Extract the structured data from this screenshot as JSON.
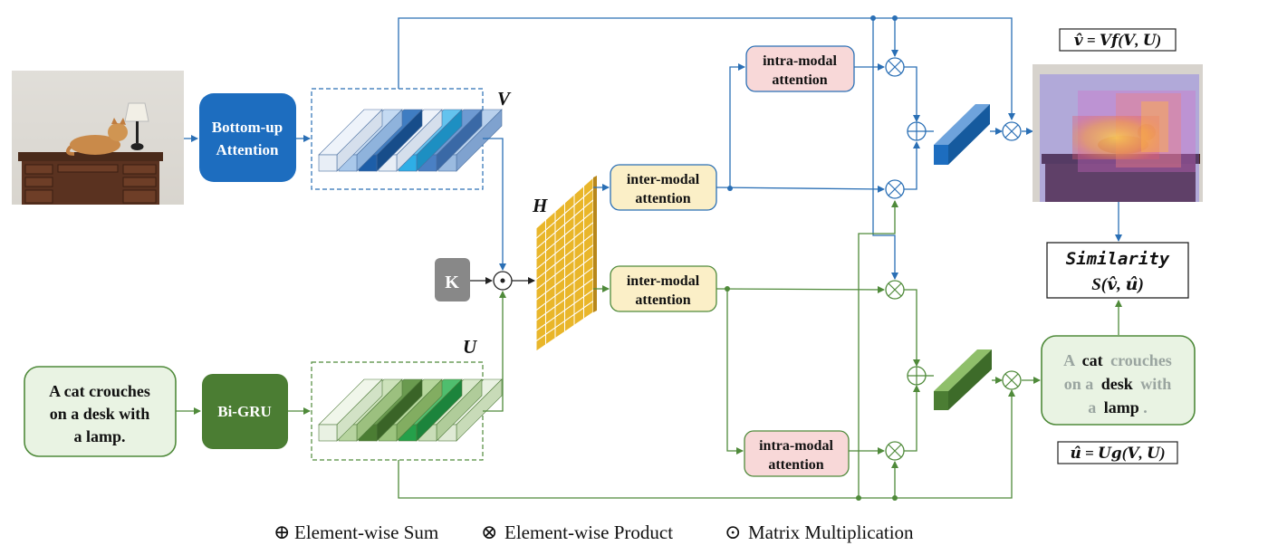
{
  "colors": {
    "blue": "#2a6fb5",
    "blue_fill": "#1d6dbf",
    "green": "#4f8a3a",
    "green_fill": "#4b7d33",
    "green_text_grey": "#9aa5a0",
    "input_bg": "#e9f3e3",
    "inter_bg": "#fbefc7",
    "intra_bg": "#f8d8d8",
    "grid_fill": "#e9b62a",
    "gray_box": "#888888"
  },
  "blocks": {
    "bottom_up": {
      "line1": "Bottom-up",
      "line2": "Attention"
    },
    "bigru": {
      "label": "Bi-GRU"
    },
    "k": {
      "label": "K"
    },
    "input_text": {
      "line1": "A cat crouches",
      "line2": "on a desk with",
      "line3": "a lamp."
    },
    "inter_top": {
      "line1": "inter-modal",
      "line2": "attention"
    },
    "inter_bottom": {
      "line1": "inter-modal",
      "line2": "attention"
    },
    "intra_top": {
      "line1": "intra-modal",
      "line2": "attention"
    },
    "intra_bottom": {
      "line1": "intra-modal",
      "line2": "attention"
    },
    "similarity": {
      "line1": "Similarity",
      "line2": "S(𝒗̂, 𝒖̂)"
    }
  },
  "labels": {
    "V": "V",
    "U": "U",
    "H": "H",
    "v_formula": "𝒗̂ = 𝑽𝒇(𝑽, 𝑼)",
    "u_formula": "𝒖̂ = 𝑼𝒈(𝑽, 𝑼)"
  },
  "output_text": {
    "w1": "A",
    "w2": "cat",
    "w3": "crouches",
    "w4": "on a",
    "w5": "desk",
    "w6": "with",
    "w7": "a",
    "w8": "lamp",
    "w9": "."
  },
  "legend": {
    "sum_symbol": "⊕",
    "sum": "Element-wise Sum",
    "product_symbol": "⊗",
    "product": "Element-wise Product",
    "matmul_symbol": "⊙",
    "matmul": "Matrix Multiplication"
  },
  "images": {
    "input_photo": "cat-on-desk-photo",
    "attention_photo": "cat-on-desk-attention-heatmap"
  }
}
